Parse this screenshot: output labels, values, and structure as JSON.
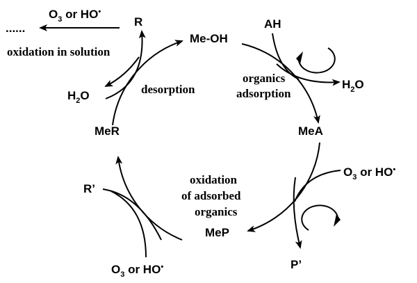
{
  "nodes": {
    "me_oh": "Me-OH",
    "mea": "MeA",
    "mep": "MeP",
    "mer": "MeR"
  },
  "species": {
    "ah": "AH",
    "water_top": {
      "base": "H",
      "sub": "2",
      "tail": "O"
    },
    "water_left": {
      "base": "H",
      "sub": "2",
      "tail": "O"
    },
    "r": "R",
    "r_prime": "R’",
    "p_prime": "P’",
    "dots": "......"
  },
  "oxidants": {
    "top": {
      "a": "O",
      "sub": "3",
      "b": " or HO",
      "sup": "•"
    },
    "right": {
      "a": "O",
      "sub": "3",
      "b": " or HO",
      "sup": "•"
    },
    "bottom": {
      "a": "O",
      "sub": "3",
      "b": " or HO",
      "sup": "•"
    }
  },
  "steps": {
    "solution": "oxidation in solution",
    "desorption": "desorption",
    "adsorption_1": "organics",
    "adsorption_2": "adsorption",
    "surface_1": "oxidation",
    "surface_2": "of adsorbed",
    "surface_3": "organics"
  }
}
